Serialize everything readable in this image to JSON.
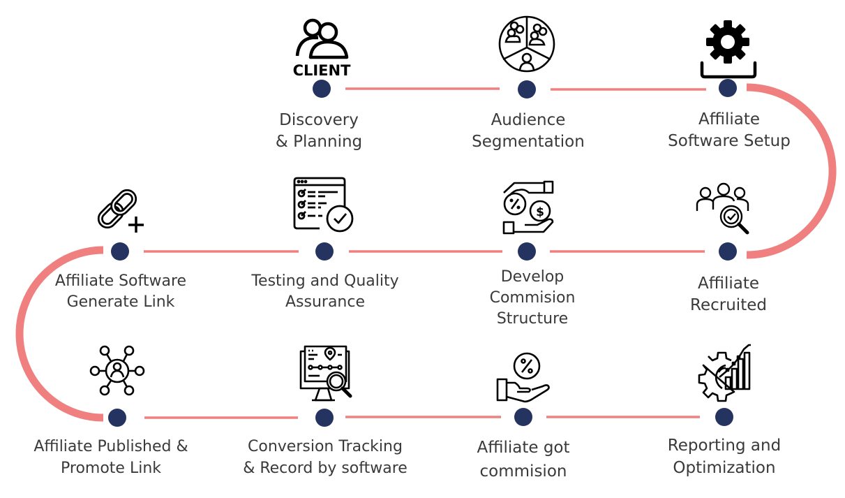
{
  "colors": {
    "connector": "#f08080",
    "node": "#243360",
    "text": "#3a3a3a",
    "icon": "#000000"
  },
  "steps": [
    {
      "id": 1,
      "lines": [
        "Discovery",
        "& Planning"
      ],
      "icon": "client-icon",
      "icon_text": "CLIENT"
    },
    {
      "id": 2,
      "lines": [
        "Audience",
        "Segmentation"
      ],
      "icon": "audience-segments-icon"
    },
    {
      "id": 3,
      "lines": [
        "Affiliate",
        "Software Setup"
      ],
      "icon": "gear-install-icon"
    },
    {
      "id": 4,
      "lines": [
        "Affiliate",
        "Recruited"
      ],
      "icon": "team-search-icon"
    },
    {
      "id": 5,
      "lines": [
        "Develop",
        "Commision",
        "Structure"
      ],
      "icon": "commission-exchange-icon"
    },
    {
      "id": 6,
      "lines": [
        "Testing and Quality",
        "Assurance"
      ],
      "icon": "checklist-icon"
    },
    {
      "id": 7,
      "lines": [
        "Affiliate Software",
        "Generate Link"
      ],
      "icon": "link-add-icon"
    },
    {
      "id": 8,
      "lines": [
        "Affiliate Published &",
        "Promote Link"
      ],
      "icon": "network-user-icon"
    },
    {
      "id": 9,
      "lines": [
        "Conversion Tracking",
        "& Record by software"
      ],
      "icon": "monitor-tracking-icon"
    },
    {
      "id": 10,
      "lines": [
        "Affiliate got",
        "commision"
      ],
      "icon": "hand-percent-icon"
    },
    {
      "id": 11,
      "lines": [
        "Reporting and",
        "Optimization"
      ],
      "icon": "gear-chart-icon"
    }
  ]
}
